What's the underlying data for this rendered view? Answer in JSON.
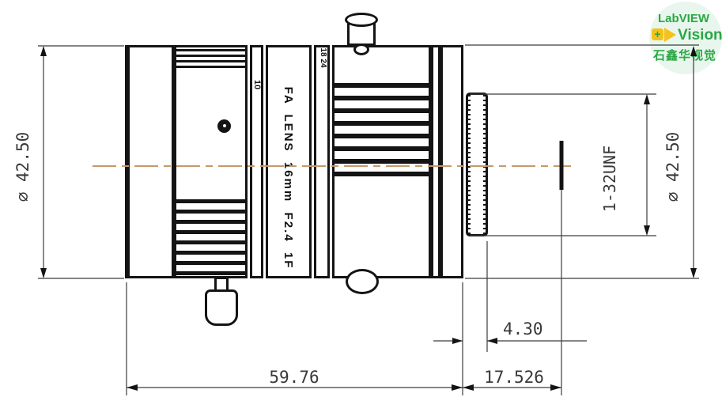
{
  "drawing": {
    "title": "FA lens mechanical drawing",
    "dimensions": {
      "left_diameter": "∅ 42.50",
      "right_diameter": "∅ 42.50",
      "thread_spec": "1-32UNF",
      "thread_length": "4.30",
      "body_length": "59.76",
      "flange_distance": "17.526"
    },
    "engravings": {
      "model": "FA  LENS  16mm  F2.4  1F",
      "focus_scale": "10",
      "iris_scale": "18 24"
    },
    "colors": {
      "outline": "#141414",
      "dimension": "#3c3c3c",
      "centerline": "#c49a6c"
    }
  },
  "logo": {
    "line1": "LabVIEW",
    "line2": "Vision",
    "line3": "石鑫华视觉",
    "plus": "+",
    "green": "#2aa744",
    "yellow": "#f4c21b",
    "bg": "#e9f6ee"
  }
}
